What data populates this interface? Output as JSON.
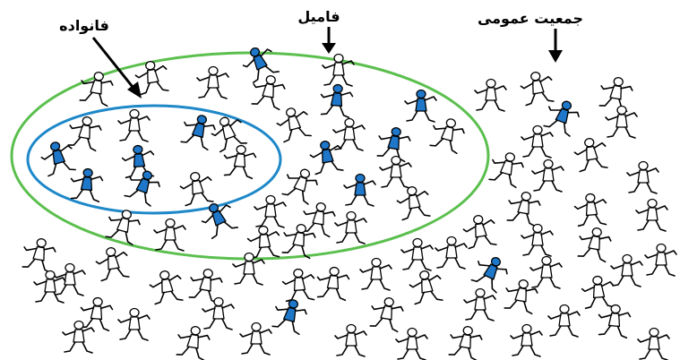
{
  "labels": {
    "family": "فانواده",
    "clan": "فامیل",
    "general_population": "جمعیت عمومی"
  },
  "colors": {
    "family_ring": "#1e88c8",
    "clan_ring": "#5bbf4e",
    "figure_blue": "#1f77c9",
    "figure_outline": "#000000",
    "arrow": "#000000"
  },
  "figure_icon": "stick-person-icon"
}
